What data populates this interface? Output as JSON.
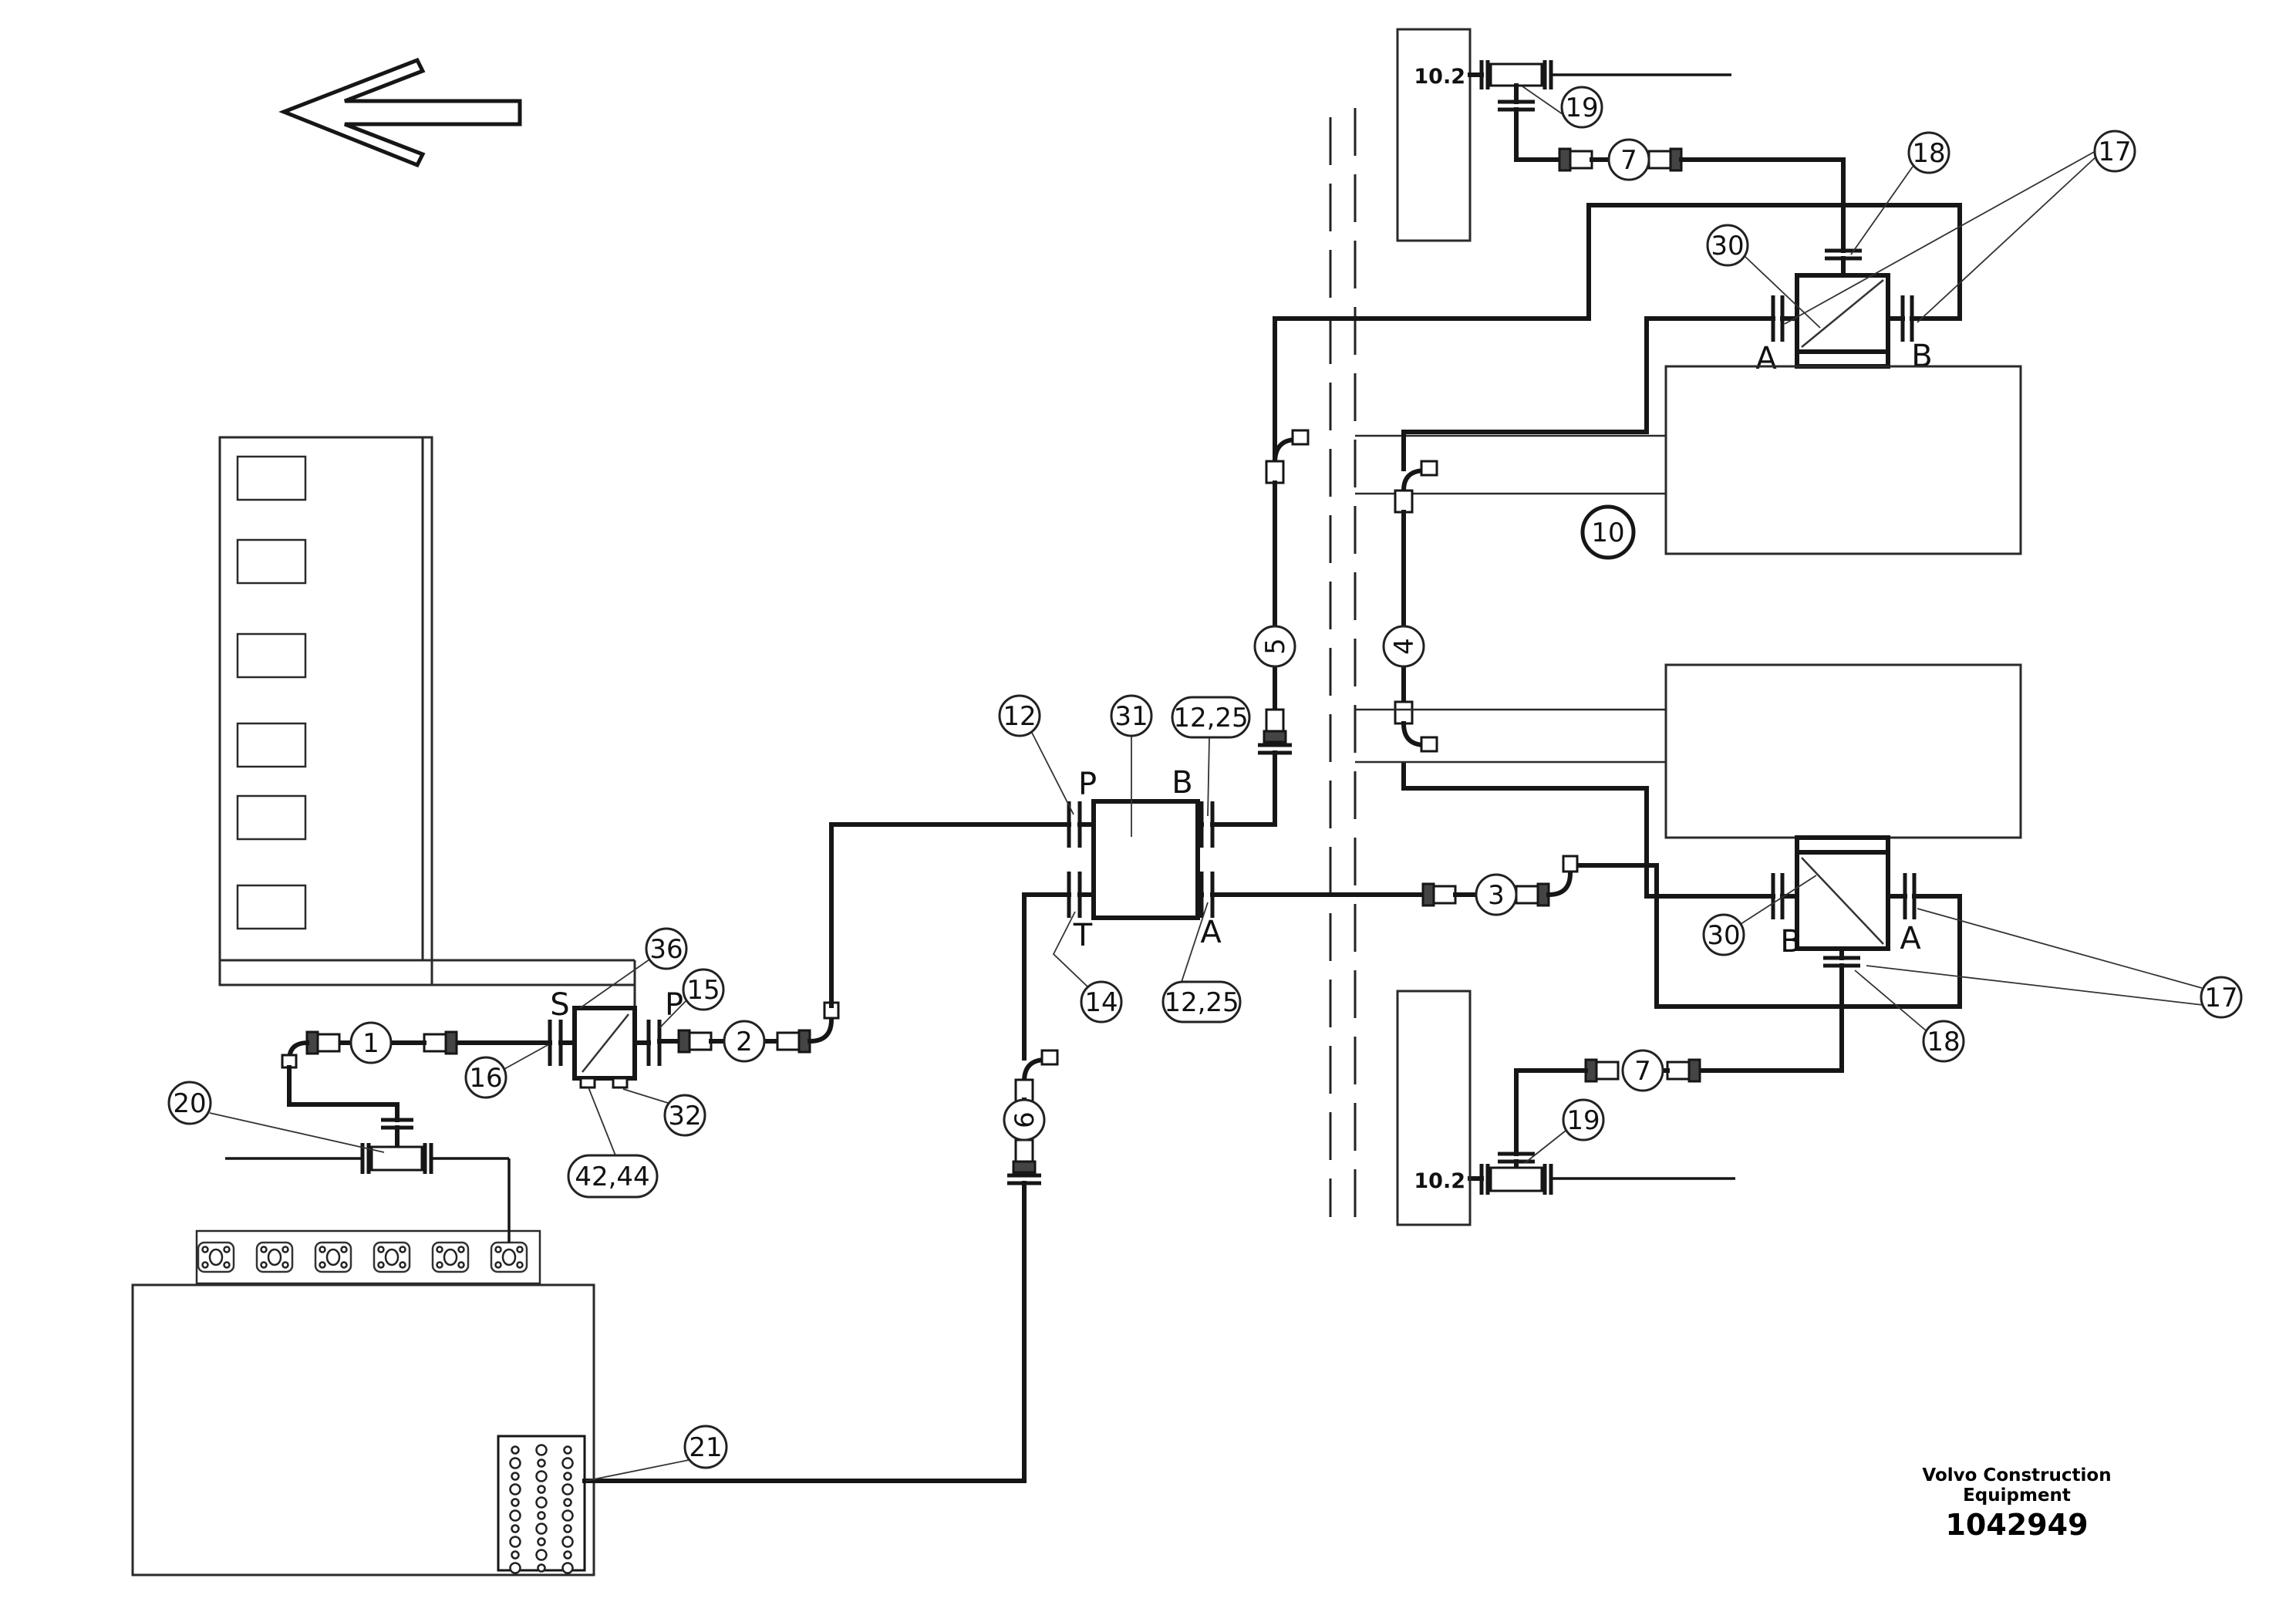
{
  "footer": {
    "brand_line1": "Volvo Construction",
    "brand_line2": "Equipment",
    "drawing_number": "1042949"
  },
  "manifolds": {
    "upper_label": "10.2",
    "lower_label": "10.2"
  },
  "ports": {
    "small_s": "S",
    "small_p": "P",
    "center_p": "P",
    "center_b": "B",
    "center_t": "T",
    "center_a": "A",
    "upper_a": "A",
    "upper_b": "B",
    "lower_b": "B",
    "lower_a": "A"
  },
  "callouts": {
    "c1": "1",
    "c2": "2",
    "c3": "3",
    "c4": "4",
    "c5": "5",
    "c6": "6",
    "c7_upper": "7",
    "c7_lower": "7",
    "c10": "10",
    "c12": "12",
    "c14": "14",
    "c15": "15",
    "c16": "16",
    "c17_upper": "17",
    "c17_lower": "17",
    "c18_upper": "18",
    "c18_lower": "18",
    "c19_upper": "19",
    "c19_lower": "19",
    "c20": "20",
    "c21": "21",
    "c30_upper": "30",
    "c30_lower": "30",
    "c31": "31",
    "c32": "32",
    "c36": "36",
    "c12_25_top": "12,25",
    "c12_25_bottom": "12,25",
    "c42_44": "42,44"
  }
}
